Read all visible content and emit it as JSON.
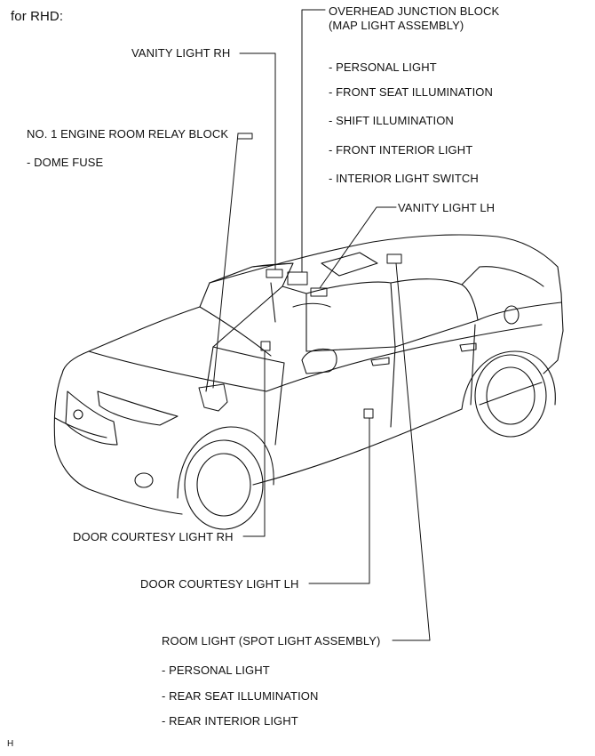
{
  "heading": "for RHD:",
  "corner_mark": "H",
  "callouts": {
    "overhead_junction": {
      "title_line1": "OVERHEAD JUNCTION BLOCK",
      "title_line2": "(MAP LIGHT ASSEMBLY)",
      "items": [
        "- PERSONAL LIGHT",
        "- FRONT SEAT ILLUMINATION",
        "- SHIFT ILLUMINATION",
        "- FRONT INTERIOR LIGHT",
        "- INTERIOR LIGHT SWITCH"
      ]
    },
    "vanity_rh": "VANITY LIGHT RH",
    "vanity_lh": "VANITY LIGHT LH",
    "relay_block": {
      "title": "NO. 1 ENGINE ROOM RELAY BLOCK",
      "items": [
        "- DOME FUSE"
      ]
    },
    "door_courtesy_rh": "DOOR COURTESY LIGHT RH",
    "door_courtesy_lh": "DOOR COURTESY LIGHT LH",
    "room_light": {
      "title": "ROOM LIGHT  (SPOT LIGHT ASSEMBLY)",
      "items": [
        "- PERSONAL LIGHT",
        "- REAR SEAT ILLUMINATION",
        "- REAR INTERIOR LIGHT"
      ]
    }
  },
  "colors": {
    "ink": "#111111",
    "background": "#ffffff"
  }
}
